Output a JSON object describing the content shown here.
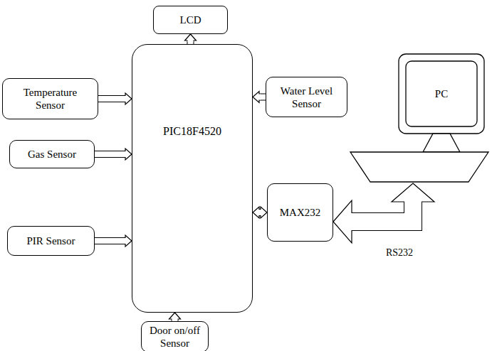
{
  "diagram": {
    "nodes": [
      {
        "text": [
          "LCD"
        ]
      },
      {
        "text": [
          "PC"
        ]
      },
      {
        "text": [
          "Temperature Sensor"
        ]
      },
      {
        "text": [
          "PIC18F4520"
        ]
      },
      {
        "text": [
          "Water Level Sensor"
        ]
      },
      {
        "text": [
          "Gas Sensor"
        ]
      },
      {
        "text": [
          "MAX232"
        ]
      },
      {
        "text": [
          "PIR Sensor"
        ]
      },
      {
        "text": [
          "Door on/off Sensor"
        ]
      }
    ],
    "edges": [
      {
        "from": 3,
        "to": 0,
        "arrow": "to"
      },
      {
        "from": 2,
        "to": 3,
        "arrow": "to"
      },
      {
        "from": 4,
        "to": 3,
        "arrow": "to"
      },
      {
        "from": 5,
        "to": 3,
        "arrow": "to"
      },
      {
        "from": 3,
        "to": 6,
        "arrow": "both"
      },
      {
        "from": 6,
        "to": 1,
        "label": "RS232",
        "arrow": "both"
      },
      {
        "from": 7,
        "to": 3,
        "arrow": "to"
      },
      {
        "from": 8,
        "to": 3,
        "arrow": "to"
      }
    ]
  }
}
